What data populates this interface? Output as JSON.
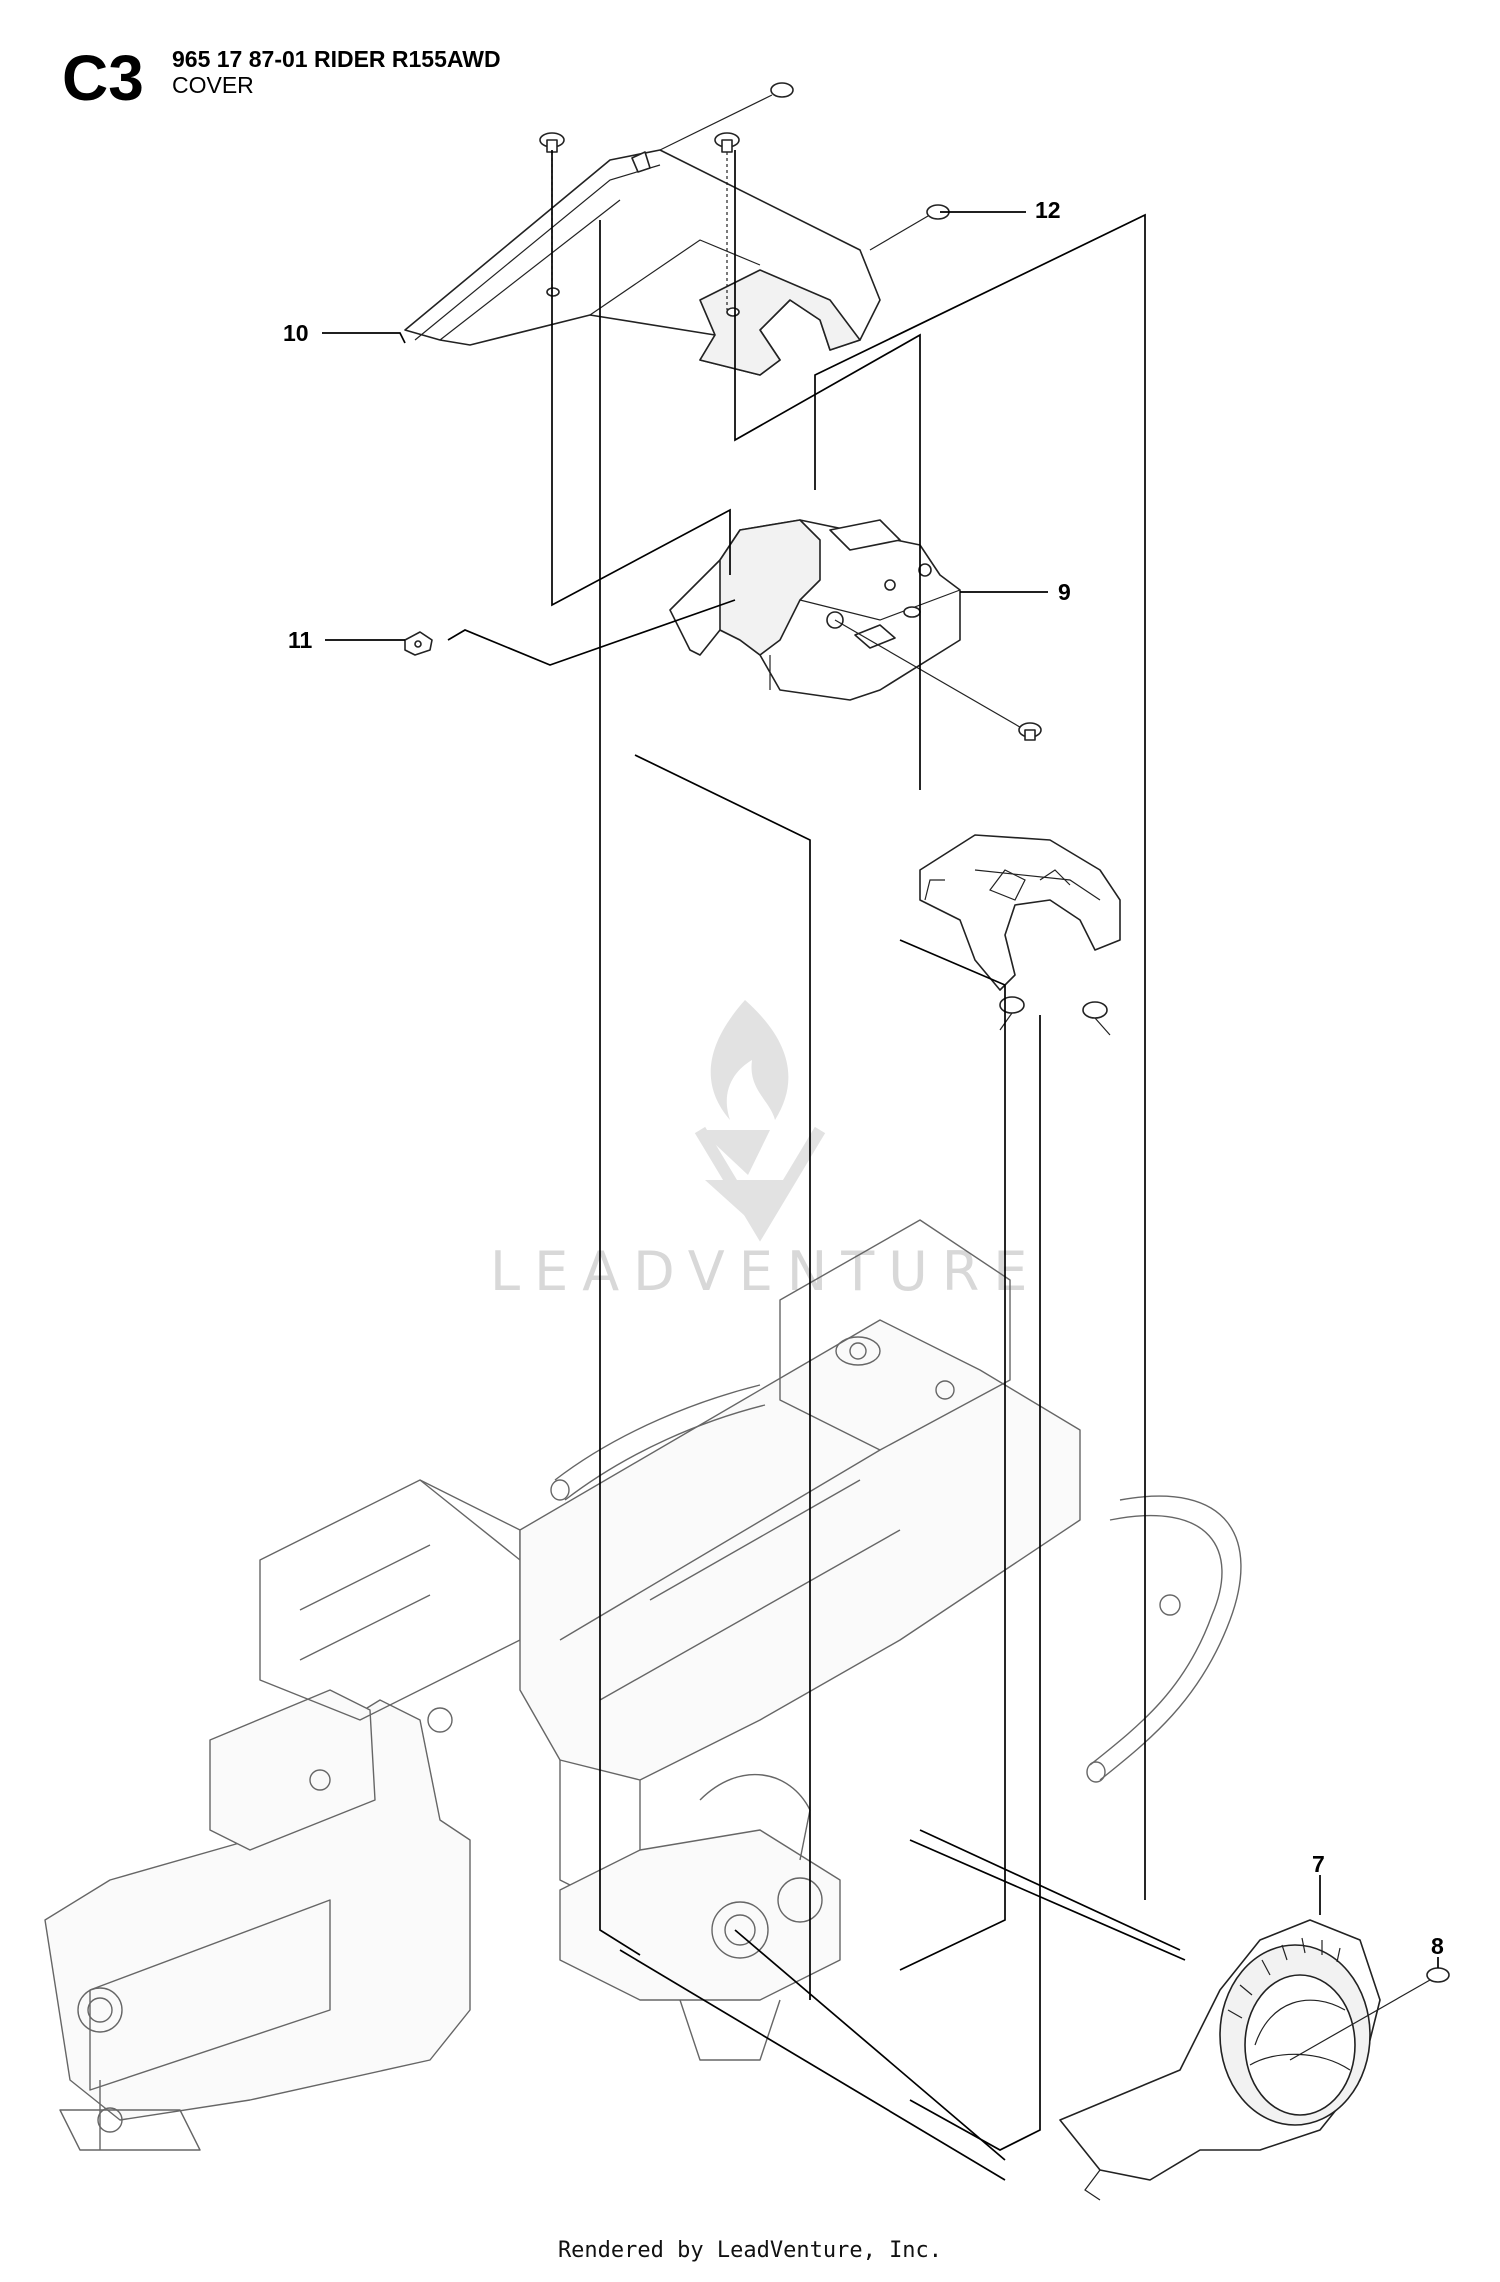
{
  "header": {
    "code": "C3",
    "part_number": "965 17 87-01 RIDER R155AWD",
    "section": "COVER"
  },
  "callouts": [
    "10",
    "12",
    "9",
    "11",
    "7",
    "8"
  ],
  "watermark": "LEADVENTURE",
  "footer": "Rendered by LeadVenture, Inc."
}
